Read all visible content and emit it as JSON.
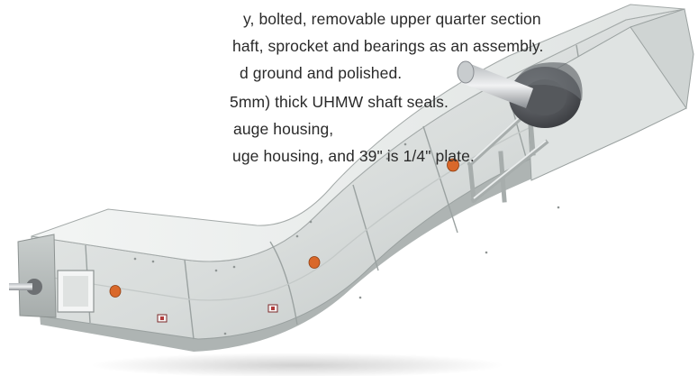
{
  "feature_text": [
    "y, bolted, removable upper quarter section",
    "haft, sprocket and bearings as an assembly.",
    "d ground and polished.",
    "5mm) thick UHMW shaft seals.",
    "auge housing,",
    "uge housing, and 39\" is 1/4\" plate."
  ],
  "colors": {
    "background": "#ffffff",
    "text": "#2a2a2a",
    "housing_light": "#e6e9e8",
    "housing_mid": "#cdd2d1",
    "housing_shadow": "#9ea4a4",
    "bearing_dark": "#4a4c50",
    "badge_orange": "#d9682a"
  },
  "photo": {
    "subject": "drag-chain-conveyor-icon",
    "description_icon": "galvanized-steel-conveyor-housing-icon"
  }
}
